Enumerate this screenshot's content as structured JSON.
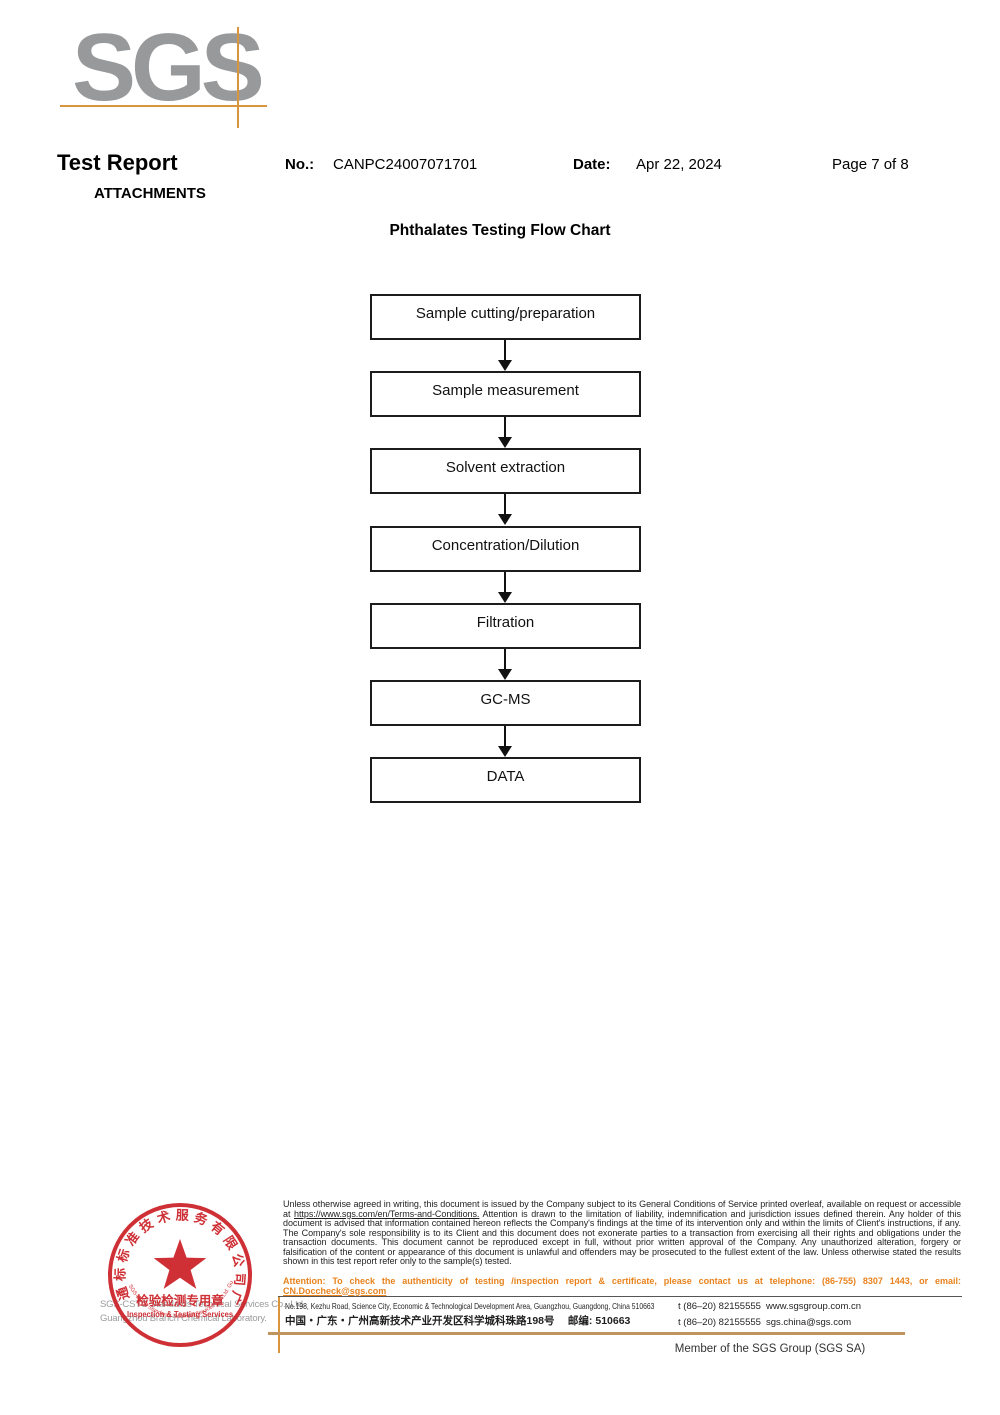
{
  "header": {
    "logo_text": "SGS",
    "title": "Test Report",
    "attachments_label": "ATTACHMENTS",
    "no_label": "No.:",
    "no_value": "CANPC24007071701",
    "date_label": "Date:",
    "date_value": "Apr 22, 2024",
    "page_label": "Page 7 of 8"
  },
  "flowchart": {
    "title": "Phthalates Testing Flow Chart",
    "steps": [
      "Sample cutting/preparation",
      "Sample measurement",
      "Solvent extraction",
      "Concentration/Dilution",
      "Filtration",
      "GC-MS",
      "DATA"
    ]
  },
  "stamp": {
    "ring_text": "通标标准技术服务有限公司广州分公司",
    "arc_text": "SGS-CSTC Standards Technical Services Co., Ltd. Guangzhou Branch",
    "center_cn": "检验检测专用章",
    "center_en": "Inspection & Testing Services"
  },
  "footer": {
    "company_line1": "SGS-CSTC Standards Technical Services Co., Ltd.",
    "company_line2": "Guangzhou Branch Chemical Laboratory.",
    "legal_part1": "Unless otherwise agreed in writing, this document is issued by the Company subject to its General Conditions of Service printed overleaf, available on request or accessible at ",
    "legal_link": "https://www.sgs.com/en/Terms-and-Conditions.",
    "legal_part2": " Attention is drawn to the limitation of liability, indemnification and jurisdiction issues defined therein. Any holder of this document is advised that information contained hereon reflects the Company's findings at the time of its intervention only and within the limits of Client's instructions, if any. The Company's sole responsibility is to its Client and this document does not exonerate parties to a transaction from exercising all their rights and obligations under the transaction documents. This document cannot be reproduced except in full, without prior written approval of the Company. Any unauthorized alteration, forgery or falsification of the content or appearance of this document is unlawful and offenders may be prosecuted to the fullest extent of the law. Unless otherwise stated the results shown in this test report refer only to the sample(s) tested.",
    "attention_part1": "Attention: To check the authenticity of testing /inspection report & certificate, please contact us at telephone: (86-755) 8307 1443, or email: ",
    "attention_email": "CN.Doccheck@sgs.com",
    "address_en": "No.198, Kezhu Road, Science City, Economic & Technological Development Area, Guangzhou, Guangdong, China 510663",
    "address_cn": "中国・广东・广州高新技术产业开发区科学城科珠路198号　 邮编: 510663",
    "tel1": "t (86–20) 82155555",
    "web": "www.sgsgroup.com.cn",
    "tel2": "t (86–20) 82155555",
    "email": "sgs.china@sgs.com",
    "member_text": "Member of the SGS Group (SGS SA)"
  },
  "colors": {
    "logo_gray": "#97999B",
    "accent_orange": "#D9953B",
    "stamp_red": "#CB2127",
    "attention_orange": "#E8821C",
    "tan_line": "#C0945E"
  }
}
